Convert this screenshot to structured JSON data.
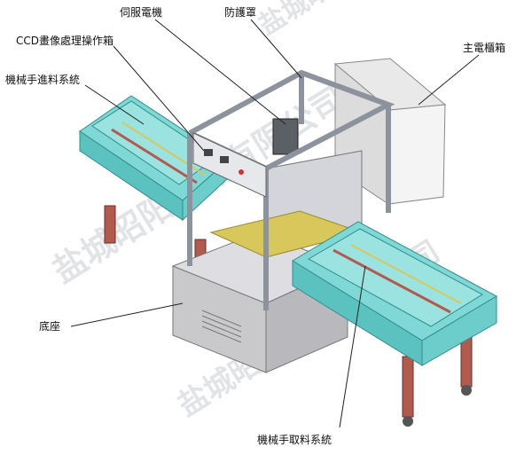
{
  "labels": {
    "servo_motor": "伺服電機",
    "guard_cover": "防護罩",
    "ccd_box": "CCD畫像處理操作箱",
    "feed_system": "機械手進料系統",
    "electric_cabinet": "主電櫃箱",
    "base": "底座",
    "take_system": "機械手取料系統"
  },
  "watermark": {
    "line1": "盐城昭阳机械有限公司",
    "line2": "盐城昭阳机械有限公司",
    "line3": "盐城昭阳机械有限公司"
  },
  "colors": {
    "conveyor_teal": "#7fd8d6",
    "conveyor_edge": "#2f8f8c",
    "frame_gray": "#c8ccd2",
    "base_gray": "#c9c9cc",
    "leg_red": "#b35a4f",
    "rail_yellow": "#d8c75a",
    "cabinet_white": "#f3f3f3"
  }
}
